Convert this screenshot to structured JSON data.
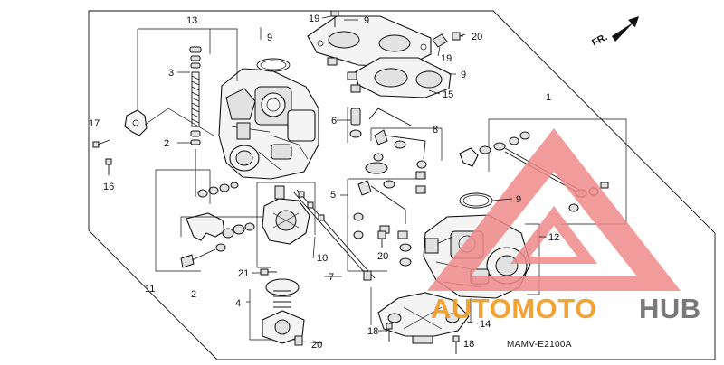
{
  "diagram": {
    "direction_label": "FR.",
    "drawing_code": "MAMV-E2100A",
    "callouts": [
      "1",
      "2",
      "3",
      "4",
      "5",
      "6",
      "7",
      "8",
      "9",
      "10",
      "11",
      "12",
      "13",
      "14",
      "15",
      "16",
      "17",
      "18",
      "19",
      "20",
      "21"
    ],
    "watermark": {
      "text_left": "AUTOMOTO",
      "text_right": "HUB",
      "color_left": "#f29a1f",
      "color_right": "#6b6b6b",
      "triangle_color": "#f08a8a"
    }
  }
}
